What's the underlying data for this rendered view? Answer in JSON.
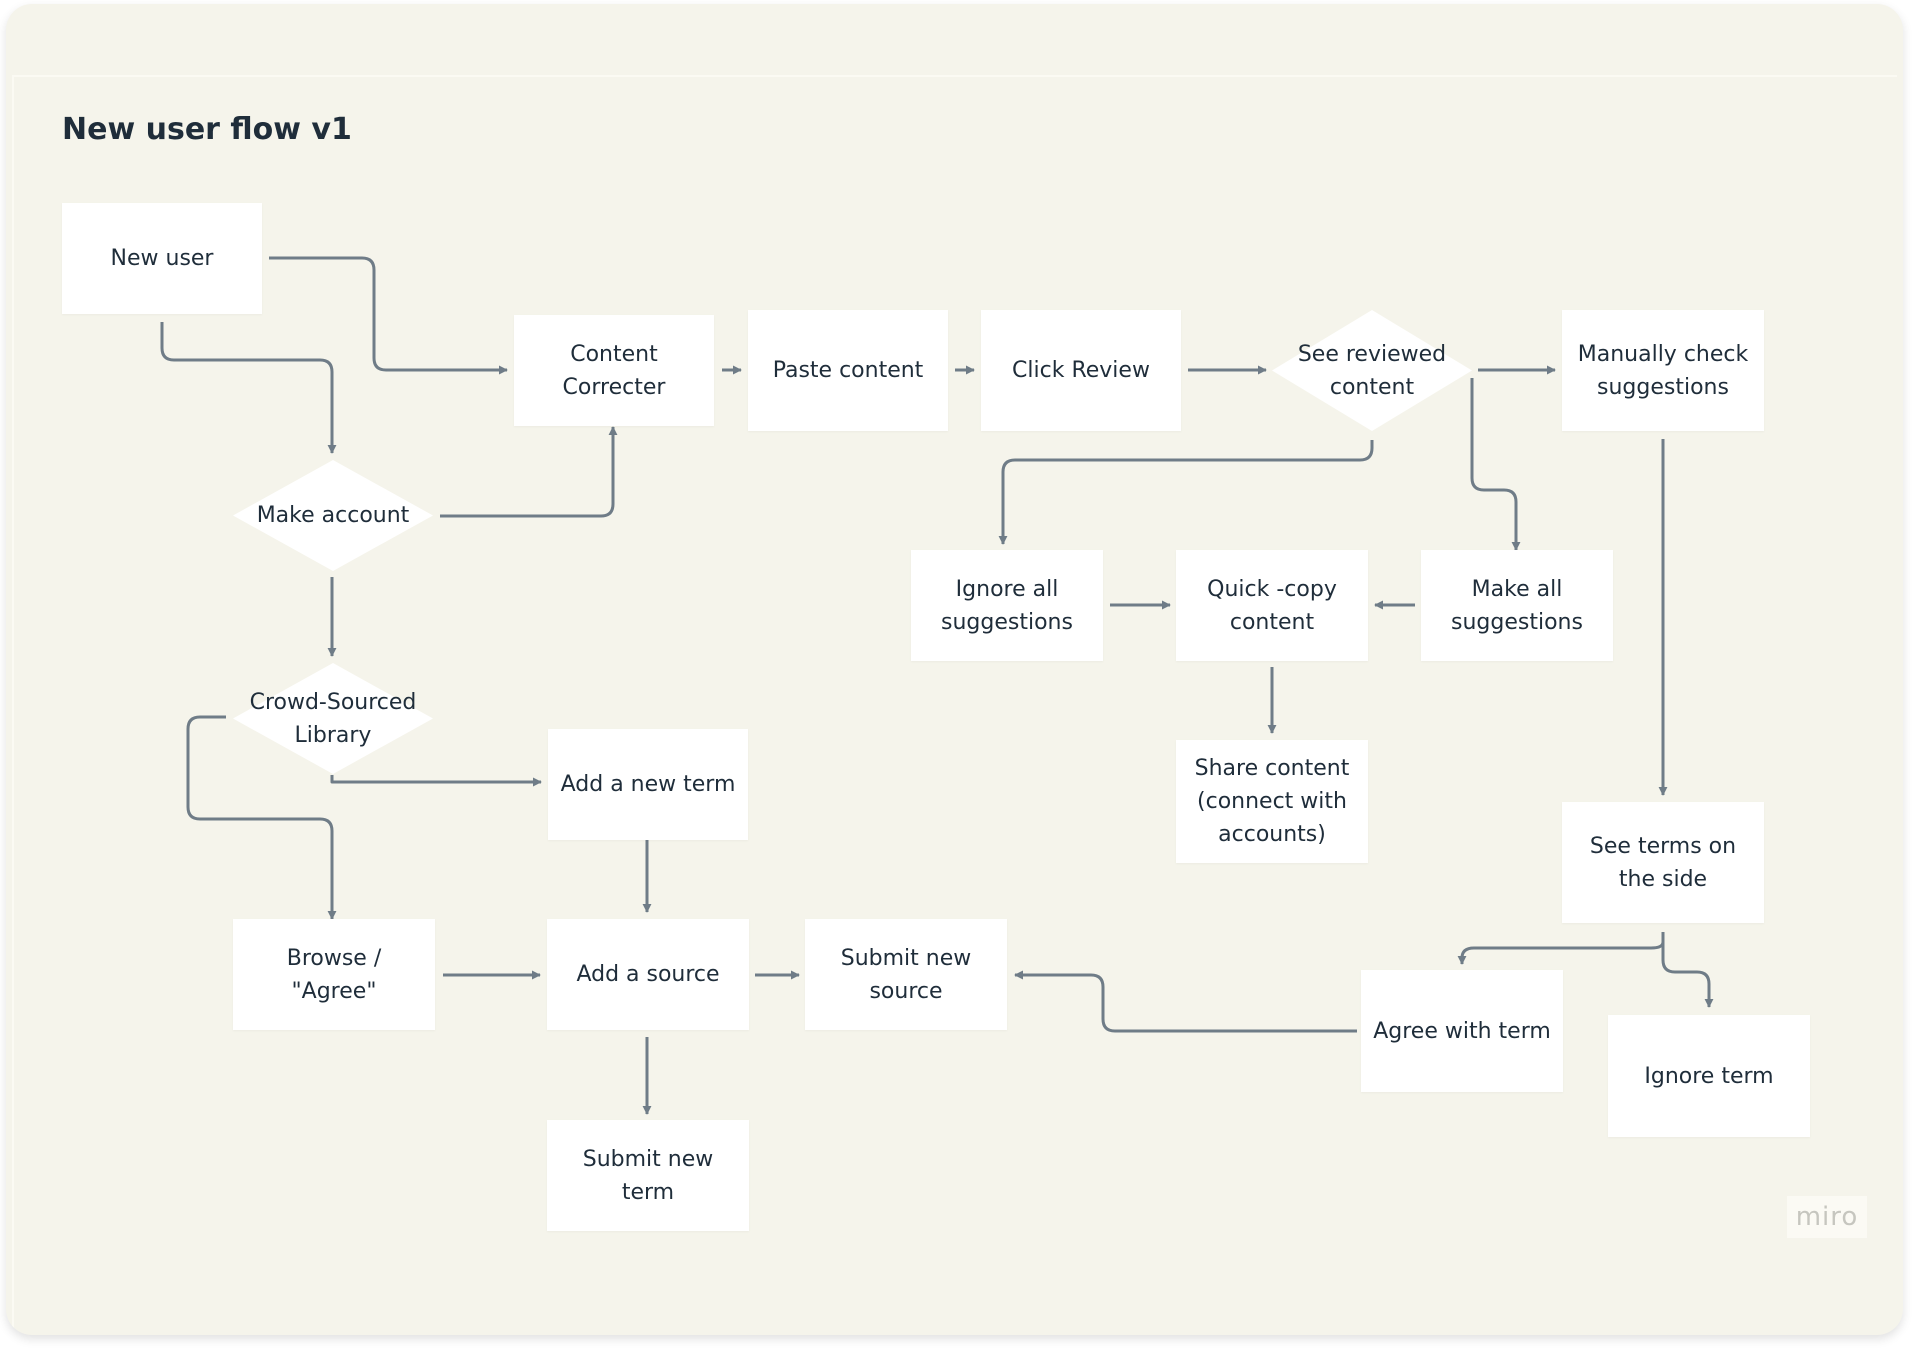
{
  "board": {
    "title": "New user flow v1",
    "logo": "miro",
    "colors": {
      "background": "#f5f4eb",
      "node_fill": "#ffffff",
      "text": "#1f2d3a",
      "connector": "#6f7c87"
    }
  },
  "nodes": {
    "new_user": "New user",
    "content_correcter": "Content\nCorrecter",
    "paste_content": "Paste content",
    "click_review": "Click Review",
    "see_reviewed_content": "See reviewed\ncontent",
    "manually_check_suggestions": "Manually check\nsuggestions",
    "make_account": "Make account",
    "ignore_all_suggestions": "Ignore all\nsuggestions",
    "quick_copy_content": "Quick -copy\ncontent",
    "make_all_suggestions": "Make all\nsuggestions",
    "crowd_sourced_library": "Crowd-Sourced\nLibrary",
    "add_new_term": "Add a new term",
    "share_content": "Share content\n(connect with\naccounts)",
    "see_terms_on_side": "See terms on\nthe side",
    "browse_agree": "Browse /\n\"Agree\"",
    "add_source": "Add a source",
    "submit_new_source": "Submit new\nsource",
    "agree_with_term": "Agree with term",
    "ignore_term": "Ignore term",
    "submit_new_term": "Submit new\nterm"
  }
}
